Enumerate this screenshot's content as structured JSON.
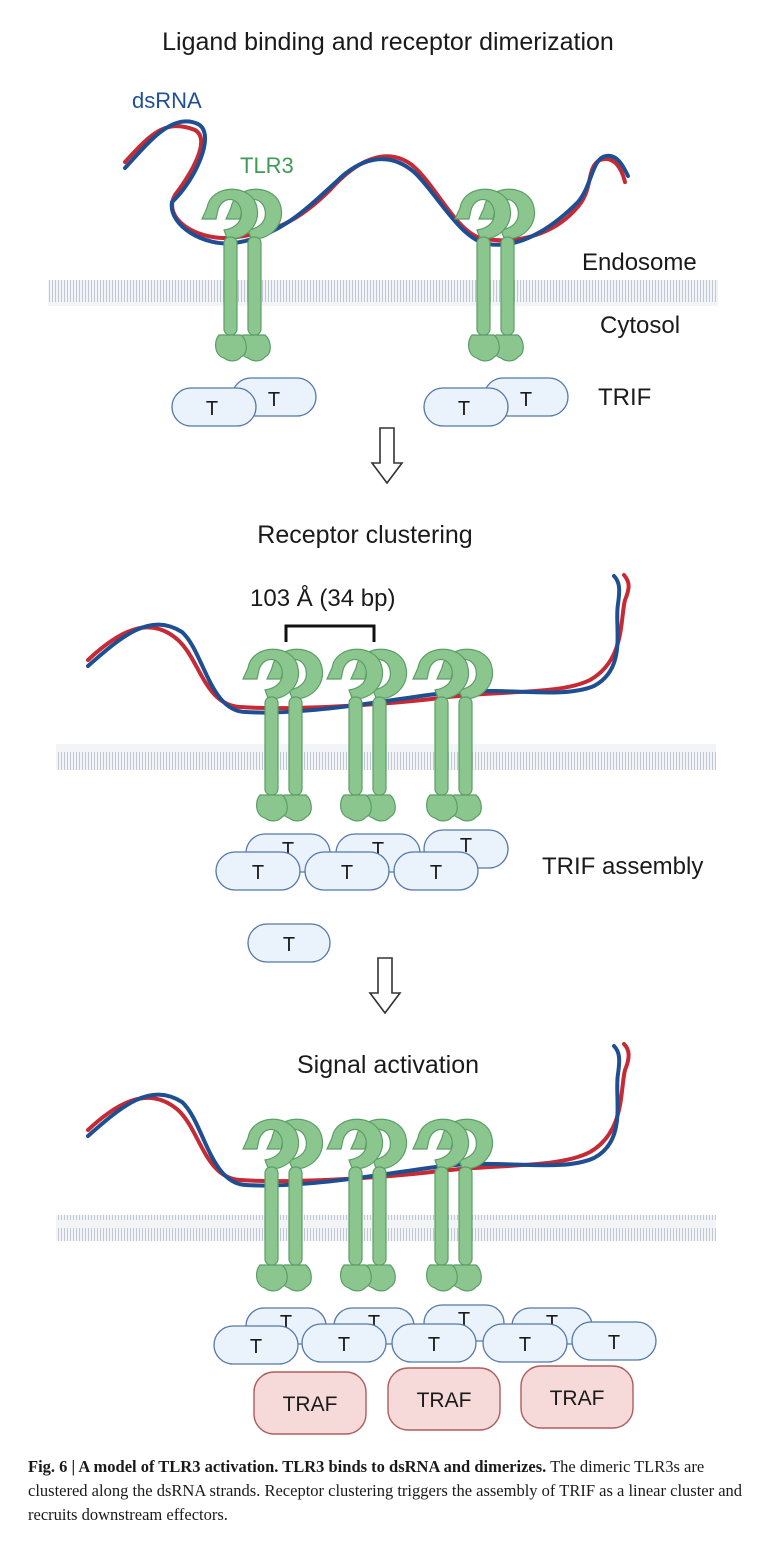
{
  "panels": {
    "top": {
      "title": "Ligand binding and receptor dimerization",
      "dsrna_label": "dsRNA",
      "tlr3_label": "TLR3",
      "endosome_label": "Endosome",
      "cytosol_label": "Cytosol",
      "trif_label": "TRIF"
    },
    "middle": {
      "title": "Receptor clustering",
      "spacing_label": "103 Å (34 bp)",
      "trif_label": "TRIF assembly"
    },
    "bottom": {
      "title": "Signal activation",
      "traf_labels": [
        "TRAF",
        "TRAF",
        "TRAF"
      ]
    }
  },
  "trif_letter": "T",
  "caption": {
    "fig": "Fig. 6 | ",
    "bold": "A model of TLR3 activation. TLR3 binds to dsRNA and dimerizes.",
    "text": " The dimeric TLR3s are clustered along the dsRNA strands. Receptor clustering triggers the assembly of TRIF as a linear cluster and recruits downstream effectors."
  },
  "colors": {
    "receptor": "#8cc68f",
    "receptor_stroke": "#5a9e66",
    "rna_red": "#c62a34",
    "rna_blue": "#1e4f92",
    "trif_fill": "#eaf3fb",
    "trif_stroke": "#5577aa",
    "traf_fill": "#f6dada",
    "traf_stroke": "#b05c5c",
    "membrane": "#9aa3b0"
  }
}
